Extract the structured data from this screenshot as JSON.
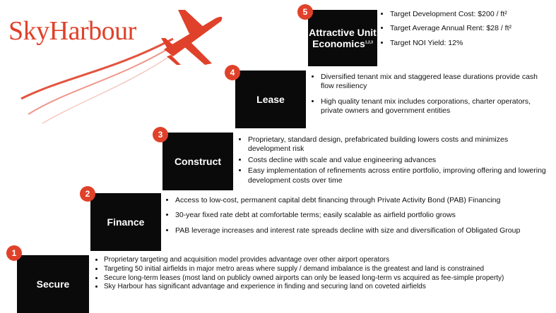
{
  "logo": {
    "text": "SkyHarbour"
  },
  "colors": {
    "accent": "#e0412a",
    "box": "#0a0a0a"
  },
  "icons": {
    "plane": "airplane-icon"
  },
  "steps": [
    {
      "number": "5",
      "title": "Attractive Unit Economics",
      "superscript": "1,2,3",
      "bullets": [
        "Target Development Cost: $200 / ft²",
        "Target Average Annual Rent: $28 / ft²",
        "Target NOI Yield: 12%"
      ]
    },
    {
      "number": "4",
      "title": "Lease",
      "bullets": [
        "Diversified tenant mix and staggered lease durations provide cash flow resiliency",
        "High quality tenant mix includes corporations, charter operators, private owners and government entities"
      ]
    },
    {
      "number": "3",
      "title": "Construct",
      "bullets": [
        "Proprietary, standard design, prefabricated building lowers costs and minimizes development risk",
        "Costs decline with scale and value engineering advances",
        "Easy implementation of refinements across entire portfolio, improving offering and lowering development costs over time"
      ]
    },
    {
      "number": "2",
      "title": "Finance",
      "bullets": [
        "Access to low-cost, permanent capital debt financing through Private Activity Bond (PAB) Financing",
        "30-year fixed rate debt at comfortable terms; easily scalable as airfield portfolio grows",
        "PAB leverage increases and interest rate spreads decline with size and diversification of Obligated Group"
      ]
    },
    {
      "number": "1",
      "title": "Secure",
      "bullets": [
        "Proprietary targeting and acquisition model provides advantage over other airport operators",
        "Targeting 50 initial airfields in major metro areas where supply / demand imbalance is the greatest and land is constrained",
        "Secure long-term leases (most land on publicly owned airports can only be leased long-term vs acquired as fee-simple property)",
        "Sky Harbour has significant advantage and experience in finding and securing land on coveted airfields"
      ]
    }
  ]
}
